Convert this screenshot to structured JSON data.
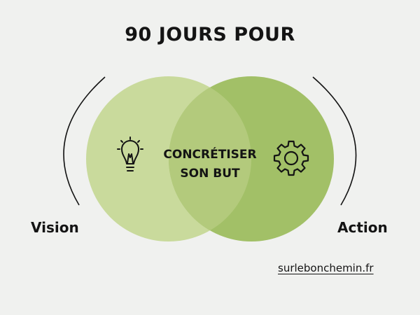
{
  "title": "90 JOURS POUR",
  "center": {
    "line1": "CONCRÉTISER",
    "line2": "SON BUT"
  },
  "left_label": "Vision",
  "right_label": "Action",
  "source": "surlebonchemin.fr",
  "icons": {
    "left": "lightbulb-icon",
    "right": "gear-icon"
  },
  "colors": {
    "background": "#f0f1ef",
    "left_circle": "#c9da9c",
    "right_circle": "#a2c067",
    "overlap": "#b3ca7c",
    "text": "#141414"
  }
}
